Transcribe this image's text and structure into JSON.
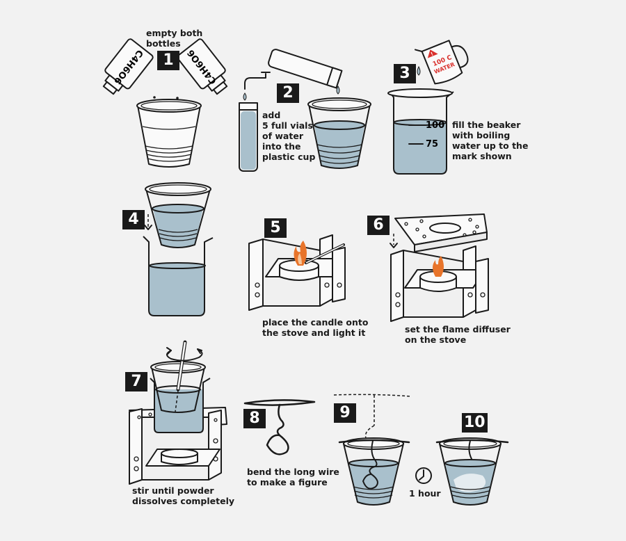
{
  "steps": [
    {
      "number": "1",
      "caption": "empty both\nbottles",
      "bottle_label_left": "C4H6O6",
      "bottle_label_right": "C4H6O6"
    },
    {
      "number": "2",
      "caption": "add\n5 full vials\nof water\ninto the\nplastic cup"
    },
    {
      "number": "3",
      "caption": "fill the beaker\nwith boiling\nwater up to the\nmark shown",
      "mark_upper": "100",
      "mark_lower": "75",
      "jug_temp": "100 C",
      "jug_label": "WATER"
    },
    {
      "number": "4",
      "caption": ""
    },
    {
      "number": "5",
      "caption": "place the candle onto\nthe stove and light it"
    },
    {
      "number": "6",
      "caption": "set the flame diffuser\non the stove"
    },
    {
      "number": "7",
      "caption": "stir until powder\ndissolves completely"
    },
    {
      "number": "8",
      "caption": "bend the long wire\nto make a figure"
    },
    {
      "number": "9",
      "caption": ""
    },
    {
      "number": "10",
      "caption": ""
    }
  ],
  "timer": {
    "label": "1 hour",
    "icon": "clock-icon"
  },
  "colors": {
    "water": "#a9c0cc",
    "flame": "#e8742a",
    "line": "#1a1a1a",
    "paper": "#f2f2f2",
    "badge": "#1a1a1a",
    "jug_red": "#d9302c"
  }
}
